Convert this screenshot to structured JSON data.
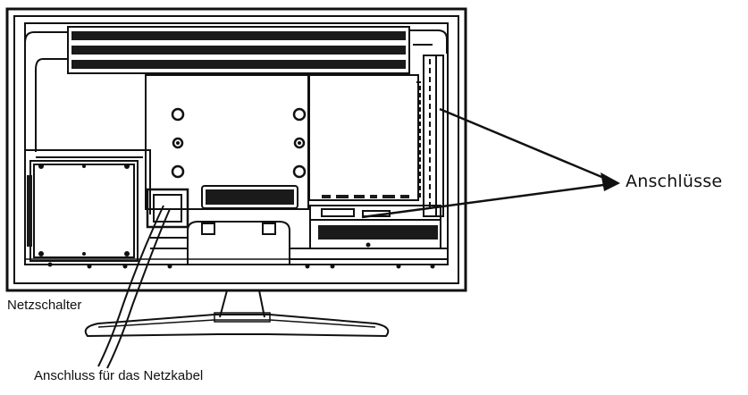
{
  "labels": {
    "connections": "Anschlüsse",
    "power_switch": "Netzschalter",
    "power_cable_port": "Anschluss für das Netzkabel"
  },
  "colors": {
    "line": "#111111",
    "background": "#ffffff"
  },
  "icons": {
    "diagram": "tv-rear-view"
  }
}
